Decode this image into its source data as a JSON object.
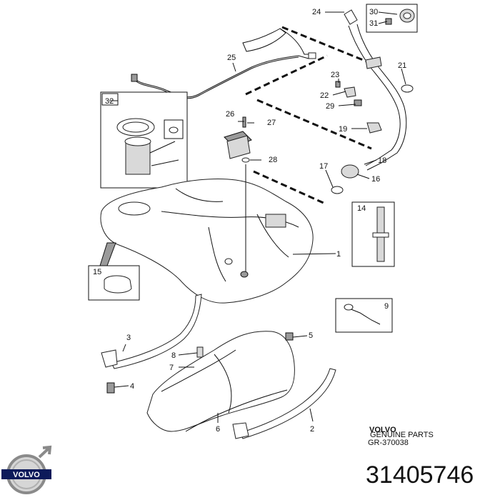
{
  "labels": {
    "l1": "1",
    "l2": "2",
    "l3": "3",
    "l4": "4",
    "l5": "5",
    "l6": "6",
    "l7": "7",
    "l8": "8",
    "l9": "9",
    "l14": "14",
    "l15": "15",
    "l16": "16",
    "l17": "17",
    "l18": "18",
    "l19": "19",
    "l21": "21",
    "l22": "22",
    "l23": "23",
    "l24": "24",
    "l25": "25",
    "l26": "26",
    "l27": "27",
    "l28": "28",
    "l29": "29",
    "l30": "30",
    "l31": "31",
    "l32": "32"
  },
  "footer": {
    "brand": "VOLVO",
    "brand_sub": "GENUINE PARTS",
    "drawing_code": "GR-370038",
    "logo_text": "VOLVO",
    "part_number": "31405746"
  }
}
